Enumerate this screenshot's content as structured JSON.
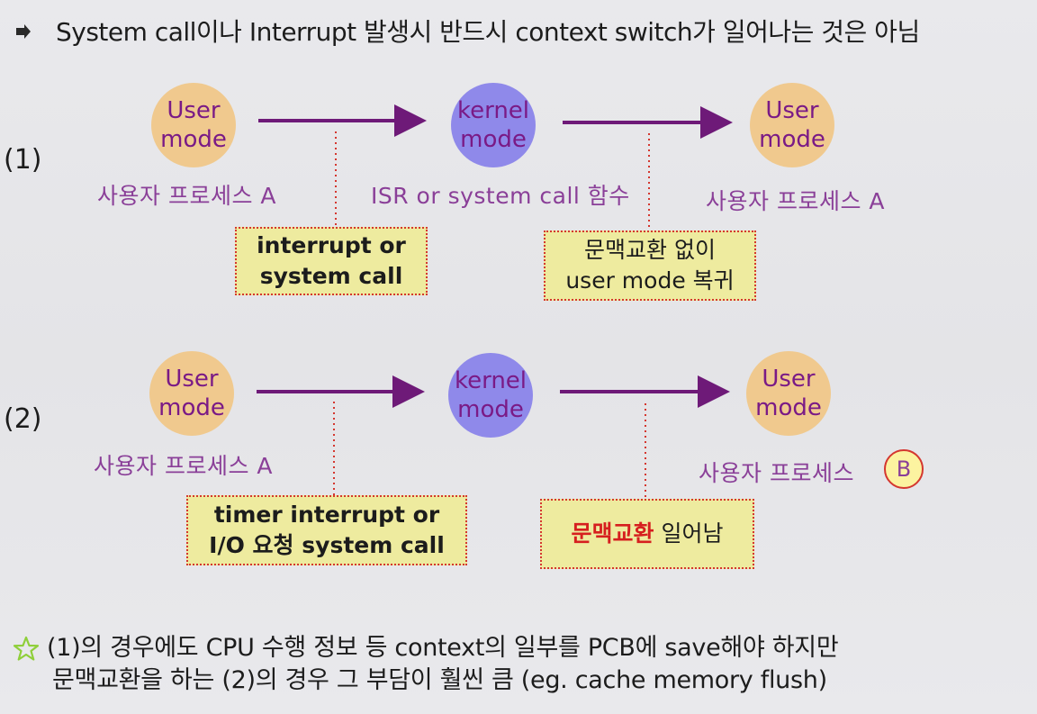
{
  "header": {
    "text": "System call이나 Interrupt 발생시 반드시 context switch가 일어나는 것은 아님"
  },
  "case1": {
    "label": "(1)",
    "left_node": {
      "line1": "User",
      "line2": "mode"
    },
    "center_node": {
      "line1": "kernel",
      "line2": "mode"
    },
    "right_node": {
      "line1": "User",
      "line2": "mode"
    },
    "left_caption": "사용자 프로세스 A",
    "center_caption": "ISR or system call 함수",
    "right_caption": "사용자 프로세스 A",
    "note_left": {
      "line1": "interrupt or",
      "line2": "system call"
    },
    "note_right": {
      "line1": "문맥교환 없이",
      "line2": "user mode 복귀"
    }
  },
  "case2": {
    "label": "(2)",
    "left_node": {
      "line1": "User",
      "line2": "mode"
    },
    "center_node": {
      "line1": "kernel",
      "line2": "mode"
    },
    "right_node": {
      "line1": "User",
      "line2": "mode"
    },
    "left_caption": "사용자 프로세스 A",
    "right_caption_prefix": "사용자 프로세스",
    "right_caption_circled": "B",
    "note_left": {
      "line1": "timer interrupt or",
      "line2": "I/O 요청 system call"
    },
    "note_right": {
      "highlight": "문맥교환",
      "rest": " 일어남"
    }
  },
  "footer": {
    "line1": "(1)의 경우에도 CPU 수행 정보 등 context의 일부를 PCB에 save해야 하지만",
    "line2": "문맥교환을 하는 (2)의 경우 그 부담이 훨씬 큼 (eg. cache memory flush)"
  },
  "colors": {
    "arrow": "#6e1a78",
    "user_node": "#f0c98e",
    "kernel_node": "#8f89ea",
    "node_text": "#7a1a86",
    "caption_text": "#8a3f98",
    "note_fill": "#eeeb9f",
    "note_border": "#d4372f",
    "highlight_text": "#d61f1f",
    "star": "#8fcf3a"
  },
  "icons": {
    "header_bullet": "arrow-bullet-icon",
    "footer_bullet": "star-icon"
  }
}
